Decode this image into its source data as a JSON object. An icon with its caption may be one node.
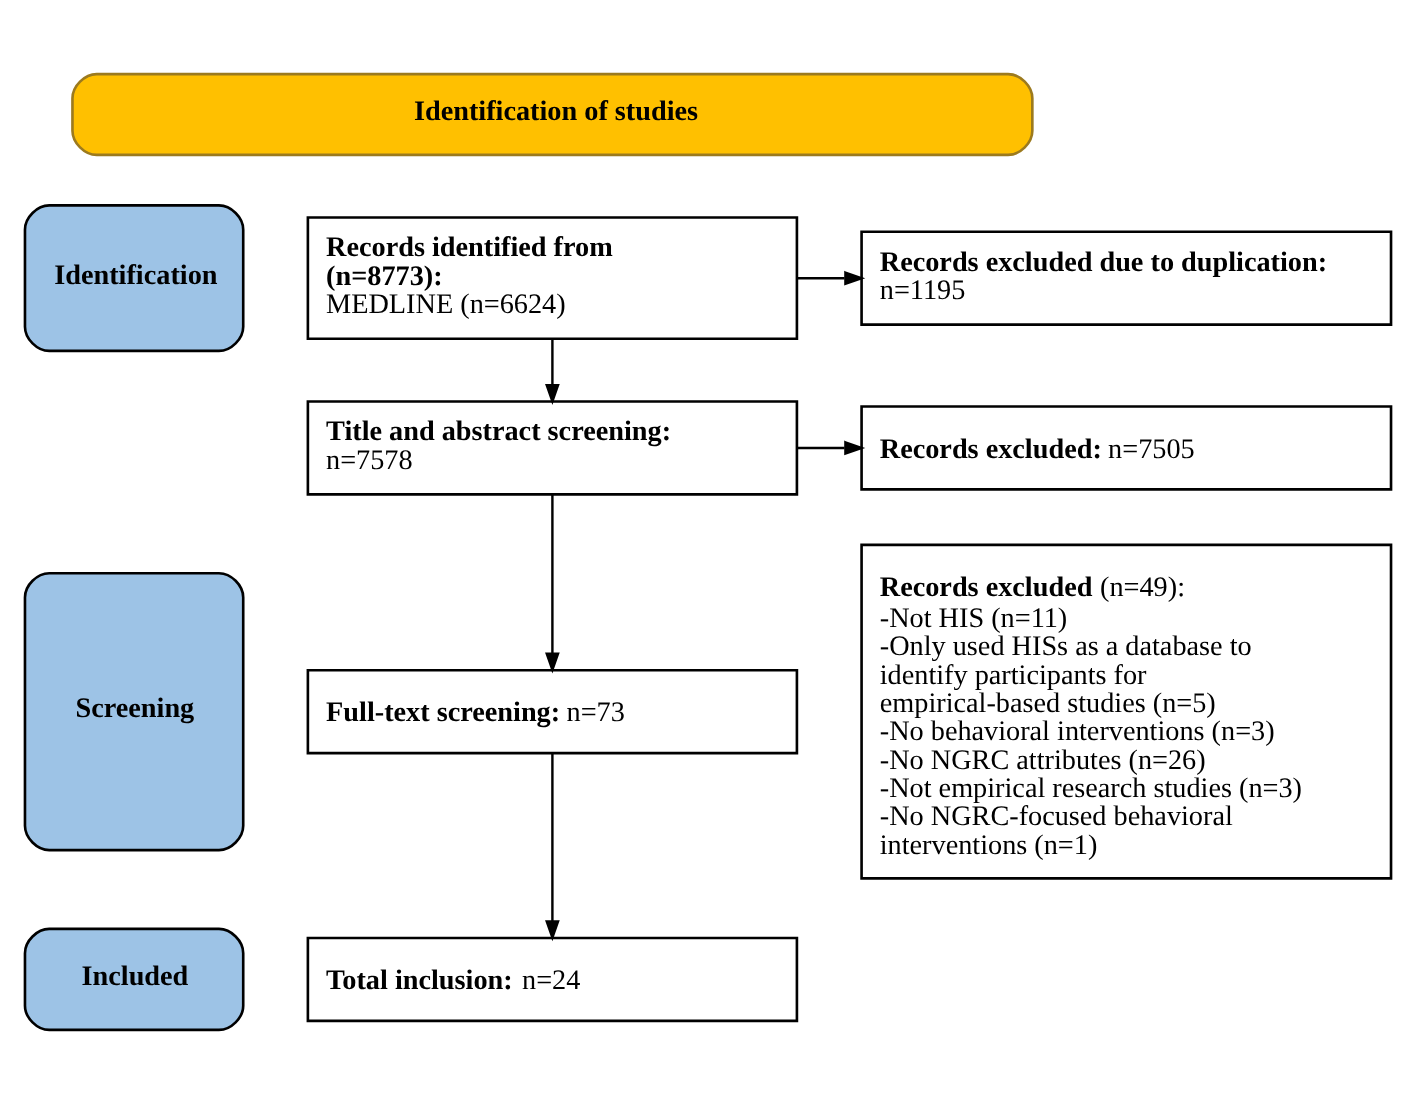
{
  "diagram": {
    "nodes": [
      {
        "text": [
          "Identification of studies"
        ]
      },
      {
        "text": [
          "Identification"
        ]
      },
      {
        "text": [
          "**Records identified from (n=8773):**",
          "MEDLINE (n=6624)"
        ]
      },
      {
        "text": [
          "**Records excluded due to duplication:** n=1195"
        ]
      },
      {
        "text": [
          "Screening"
        ]
      },
      {
        "text": [
          "**Title and abstract screening:**",
          "n=7578"
        ]
      },
      {
        "text": [
          "**Records excluded:** n=7505"
        ]
      },
      {
        "text": [
          "**Full-text screening:** n=73"
        ]
      },
      {
        "text": [
          "**Records excluded** (n=49):",
          "-Not HIS (n=11)",
          "-Only used HISs as a database to identify participants for empirical-based studies (n=5)",
          "-No behavioral interventions (n=3)",
          "-No NGRC attributes (n=26)",
          "-Not empirical research studies (n=3)",
          "-No NGRC-focused behavioral interventions (n=1)"
        ]
      },
      {
        "text": [
          "Included"
        ]
      },
      {
        "text": [
          "**Total inclusion:** n=24"
        ]
      }
    ],
    "edges": [
      {
        "from": 2,
        "to": 3,
        "arrow": "to"
      },
      {
        "from": 2,
        "to": 5,
        "arrow": "to"
      },
      {
        "from": 5,
        "to": 6,
        "arrow": "to"
      },
      {
        "from": 5,
        "to": 7,
        "arrow": "to"
      },
      {
        "from": 7,
        "to": 10,
        "arrow": "to"
      }
    ]
  }
}
